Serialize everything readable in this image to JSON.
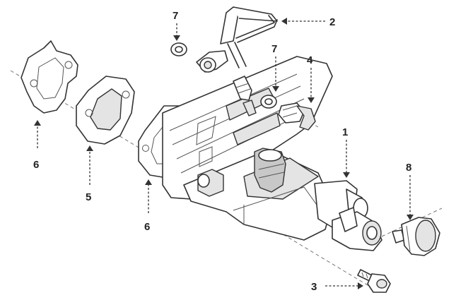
{
  "callouts": [
    {
      "id": "c7a",
      "text": "7"
    },
    {
      "id": "c2",
      "text": "2"
    },
    {
      "id": "c7b",
      "text": "7"
    },
    {
      "id": "c4",
      "text": "4"
    },
    {
      "id": "c1",
      "text": "1"
    },
    {
      "id": "c8",
      "text": "8"
    },
    {
      "id": "c6a",
      "text": "6"
    },
    {
      "id": "c5",
      "text": "5"
    },
    {
      "id": "c6b",
      "text": "6"
    },
    {
      "id": "c3",
      "text": "3"
    }
  ]
}
